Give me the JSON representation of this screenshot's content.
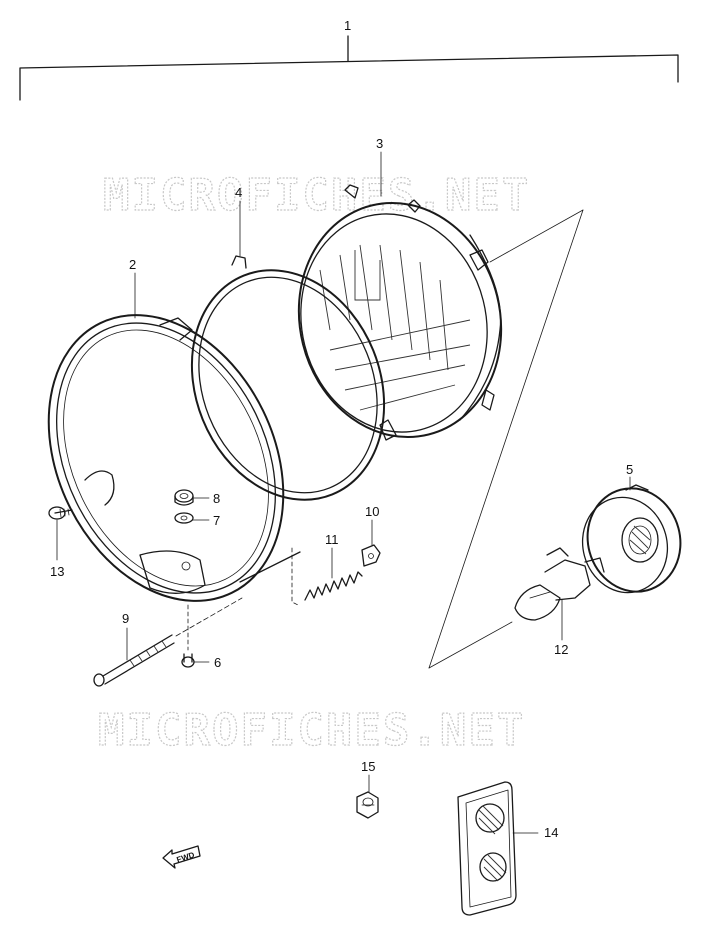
{
  "watermark": "MICROFICHES.NET",
  "fwd_label": "FWD",
  "callouts": {
    "c1": "1",
    "c2": "2",
    "c3": "3",
    "c4": "4",
    "c5": "5",
    "c6": "6",
    "c7": "7",
    "c8": "8",
    "c9": "9",
    "c10": "10",
    "c11": "11",
    "c12": "12",
    "c13": "13",
    "c14": "14",
    "c15": "15"
  }
}
